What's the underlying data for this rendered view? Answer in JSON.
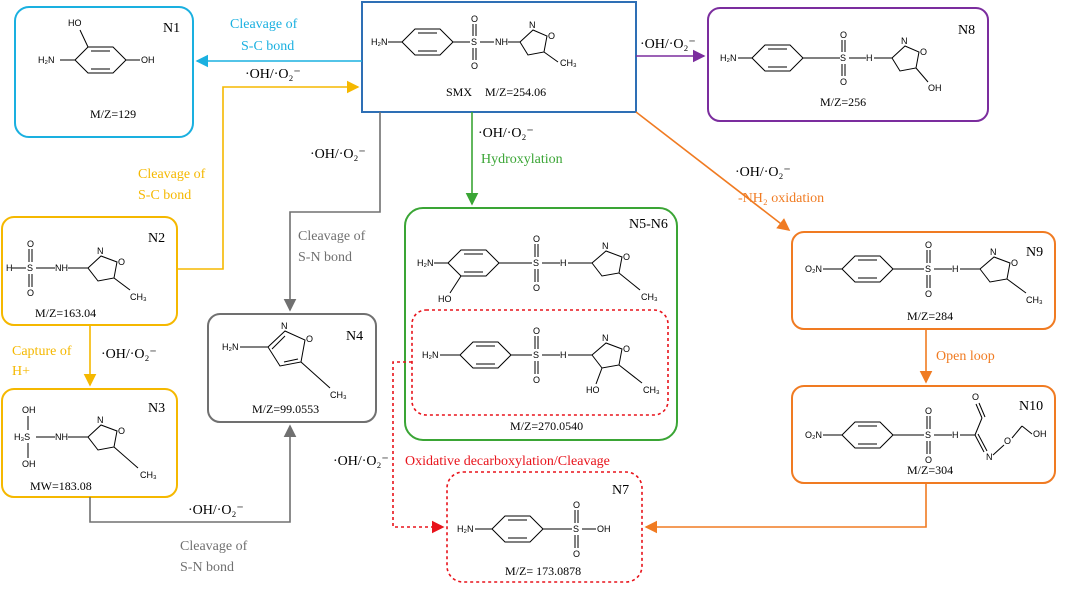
{
  "colors": {
    "cyan": "#1ab0e0",
    "purple": "#7b2d9e",
    "blue": "#2e6fb5",
    "yellow": "#f5b800",
    "gray": "#707070",
    "green": "#3aa535",
    "orange": "#f07b22",
    "red": "#e8131b"
  },
  "compounds": {
    "smx": {
      "name": "SMX",
      "mass": "M/Z=254.06"
    },
    "n1": {
      "id": "N1",
      "mass": "M/Z=129"
    },
    "n2": {
      "id": "N2",
      "mass": "M/Z=163.04"
    },
    "n3": {
      "id": "N3",
      "mass": "MW=183.08"
    },
    "n4": {
      "id": "N4",
      "mass": "M/Z=99.0553"
    },
    "n5n6": {
      "id": "N5-N6",
      "mass": "M/Z=270.0540"
    },
    "n7": {
      "id": "N7",
      "mass": "M/Z= 173.0878"
    },
    "n8": {
      "id": "N8",
      "mass": "M/Z=256"
    },
    "n9": {
      "id": "N9",
      "mass": "M/Z=284"
    },
    "n10": {
      "id": "N10",
      "mass": "M/Z=304"
    }
  },
  "atoms": {
    "h2n": "H₂N",
    "nh2_first": "NH",
    "n": "N",
    "o": "O",
    "s": "S",
    "h": "H",
    "oh": "OH",
    "ho": "HO",
    "ch3": "CH₃",
    "o2n": "O₂N",
    "h3s": "H₃S"
  },
  "reagent": "·OH/·O₂⁻",
  "labels": {
    "cleavage_sc_1a": "Cleavage of",
    "cleavage_sc_1b": "S-C bond",
    "cleavage_sc_2a": "Cleavage of",
    "cleavage_sc_2b": "S-C bond",
    "cleavage_sn_1a": "Cleavage of",
    "cleavage_sn_1b": "S-N bond",
    "cleavage_sn_2a": "Cleavage of",
    "cleavage_sn_2b": "S-N bond",
    "hydroxylation": "Hydroxylation",
    "nh2_oxidation": "-NH₂ oxidation",
    "open_loop": "Open loop",
    "capture_a": "Capture of",
    "capture_b": "H+",
    "oxidative": "Oxidative decarboxylation/Cleavage"
  }
}
